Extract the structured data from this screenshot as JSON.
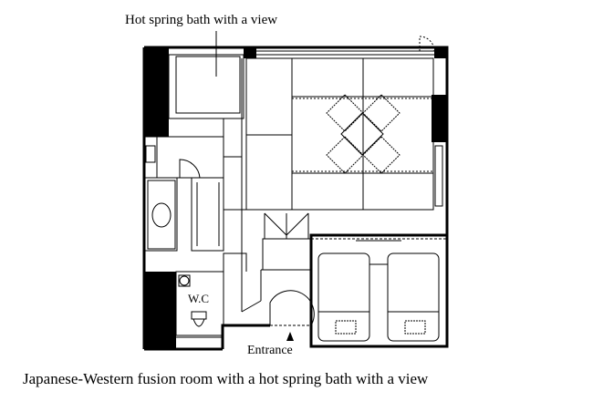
{
  "labels": {
    "hot_spring_bath": "Hot spring bath with a view",
    "wc": "W.C",
    "entrance": "Entrance"
  },
  "caption": "Japanese-Western fusion room with a hot spring bath with a view",
  "colors": {
    "wall": "#000000",
    "background": "#ffffff",
    "line": "#000000"
  },
  "icons": [
    "entrance-arrow-icon"
  ]
}
